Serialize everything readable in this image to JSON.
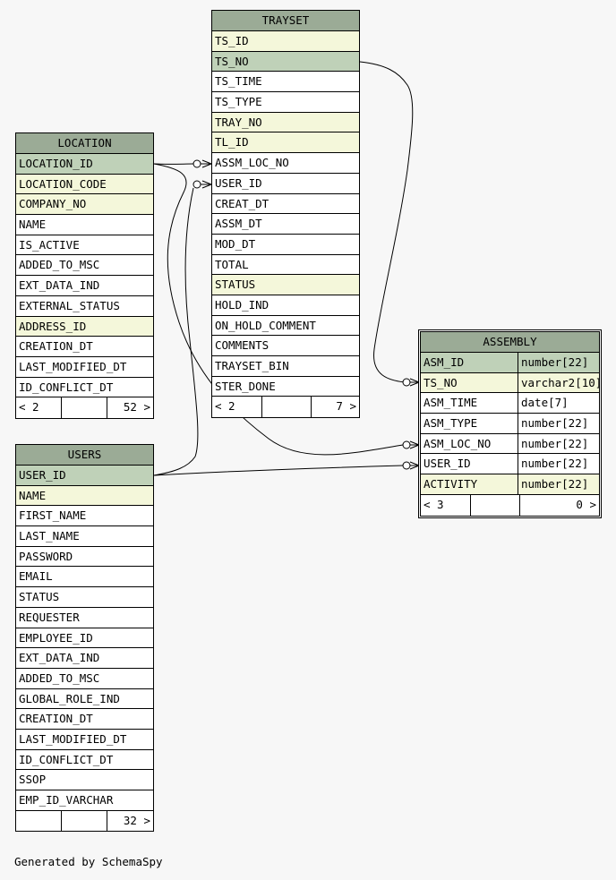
{
  "tables": {
    "trayset": {
      "name": "TRAYSET",
      "columns": [
        {
          "name": "TS_ID",
          "style": "idx"
        },
        {
          "name": "TS_NO",
          "style": "pk"
        },
        {
          "name": "TS_TIME",
          "style": ""
        },
        {
          "name": "TS_TYPE",
          "style": ""
        },
        {
          "name": "TRAY_NO",
          "style": "idx"
        },
        {
          "name": "TL_ID",
          "style": "idx"
        },
        {
          "name": "ASSM_LOC_NO",
          "style": ""
        },
        {
          "name": "USER_ID",
          "style": ""
        },
        {
          "name": "CREAT_DT",
          "style": ""
        },
        {
          "name": "ASSM_DT",
          "style": ""
        },
        {
          "name": "MOD_DT",
          "style": ""
        },
        {
          "name": "TOTAL",
          "style": ""
        },
        {
          "name": "STATUS",
          "style": "idx"
        },
        {
          "name": "HOLD_IND",
          "style": ""
        },
        {
          "name": "ON_HOLD_COMMENT",
          "style": ""
        },
        {
          "name": "COMMENTS",
          "style": ""
        },
        {
          "name": "TRAYSET_BIN",
          "style": ""
        },
        {
          "name": "STER_DONE",
          "style": ""
        }
      ],
      "footer": [
        "< 2",
        "",
        "7 >"
      ]
    },
    "location": {
      "name": "LOCATION",
      "columns": [
        {
          "name": "LOCATION_ID",
          "style": "pk"
        },
        {
          "name": "LOCATION_CODE",
          "style": "idx"
        },
        {
          "name": "COMPANY_NO",
          "style": "idx"
        },
        {
          "name": "NAME",
          "style": ""
        },
        {
          "name": "IS_ACTIVE",
          "style": ""
        },
        {
          "name": "ADDED_TO_MSC",
          "style": ""
        },
        {
          "name": "EXT_DATA_IND",
          "style": ""
        },
        {
          "name": "EXTERNAL_STATUS",
          "style": ""
        },
        {
          "name": "ADDRESS_ID",
          "style": "idx"
        },
        {
          "name": "CREATION_DT",
          "style": ""
        },
        {
          "name": "LAST_MODIFIED_DT",
          "style": ""
        },
        {
          "name": "ID_CONFLICT_DT",
          "style": ""
        }
      ],
      "footer": [
        "< 2",
        "",
        "52 >"
      ]
    },
    "users": {
      "name": "USERS",
      "columns": [
        {
          "name": "USER_ID",
          "style": "pk"
        },
        {
          "name": "NAME",
          "style": "idx"
        },
        {
          "name": "FIRST_NAME",
          "style": ""
        },
        {
          "name": "LAST_NAME",
          "style": ""
        },
        {
          "name": "PASSWORD",
          "style": ""
        },
        {
          "name": "EMAIL",
          "style": ""
        },
        {
          "name": "STATUS",
          "style": ""
        },
        {
          "name": "REQUESTER",
          "style": ""
        },
        {
          "name": "EMPLOYEE_ID",
          "style": ""
        },
        {
          "name": "EXT_DATA_IND",
          "style": ""
        },
        {
          "name": "ADDED_TO_MSC",
          "style": ""
        },
        {
          "name": "GLOBAL_ROLE_IND",
          "style": ""
        },
        {
          "name": "CREATION_DT",
          "style": ""
        },
        {
          "name": "LAST_MODIFIED_DT",
          "style": ""
        },
        {
          "name": "ID_CONFLICT_DT",
          "style": ""
        },
        {
          "name": "SSOP",
          "style": ""
        },
        {
          "name": "EMP_ID_VARCHAR",
          "style": ""
        }
      ],
      "footer": [
        "",
        "",
        "32 >"
      ]
    },
    "assembly": {
      "name": "ASSEMBLY",
      "columns": [
        {
          "name": "ASM_ID",
          "type": "number[22]",
          "style": "pk"
        },
        {
          "name": "TS_NO",
          "type": "varchar2[10]",
          "style": "idx"
        },
        {
          "name": "ASM_TIME",
          "type": "date[7]",
          "style": ""
        },
        {
          "name": "ASM_TYPE",
          "type": "number[22]",
          "style": ""
        },
        {
          "name": "ASM_LOC_NO",
          "type": "number[22]",
          "style": ""
        },
        {
          "name": "USER_ID",
          "type": "number[22]",
          "style": ""
        },
        {
          "name": "ACTIVITY",
          "type": "number[22]",
          "style": "idx"
        }
      ],
      "footer": [
        "< 3",
        "",
        "0 >"
      ]
    }
  },
  "footer_text": "Generated by SchemaSpy"
}
